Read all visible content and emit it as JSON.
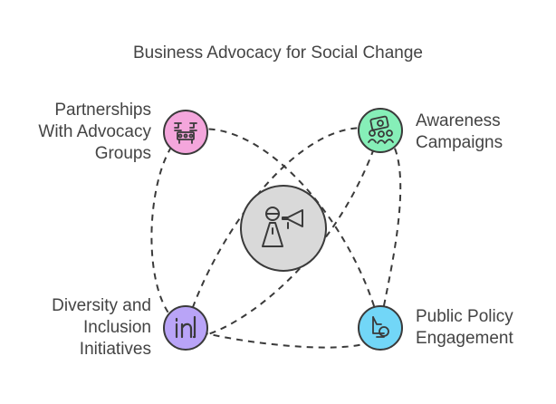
{
  "title": "Business Advocacy for Social Change",
  "nodes": {
    "top_left": {
      "label_lines": [
        "Partnerships",
        "With Advocacy",
        "Groups"
      ],
      "icon": "partnership-icon",
      "color": "#f4a6dc"
    },
    "top_right": {
      "label_lines": [
        "Awareness",
        "Campaigns"
      ],
      "icon": "awareness-campaign-icon",
      "color": "#86efb8"
    },
    "bottom_left": {
      "label_lines": [
        "Diversity and",
        "Inclusion",
        "Initiatives"
      ],
      "icon": "diversity-inclusion-icon",
      "color": "#b9a4f7"
    },
    "bottom_right": {
      "label_lines": [
        "Public Policy",
        "Engagement"
      ],
      "icon": "public-policy-icon",
      "color": "#72d6f7"
    },
    "center": {
      "icon": "advocate-megaphone-icon",
      "color": "#d9d9d9"
    }
  }
}
